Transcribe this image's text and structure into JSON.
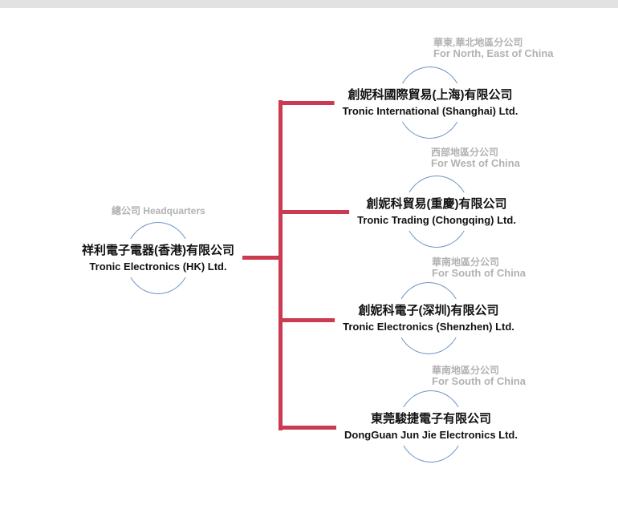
{
  "colors": {
    "connector_red": "#cb3a50",
    "ellipse_blue": "#6f94c4",
    "label_gray": "#b2b2b2",
    "name_black": "#111111",
    "topbar_gray": "#e2e2e2"
  },
  "org": {
    "headquarters": {
      "region_label": "總公司 Headquarters",
      "name_zh": "祥利電子電器(香港)有限公司",
      "name_en": "Tronic Electronics (HK) Ltd."
    },
    "branches": [
      {
        "region_zh": "華東,華北地區分公司",
        "region_en": "For North, East of China",
        "name_zh": "創妮科國際貿易(上海)有限公司",
        "name_en": "Tronic International (Shanghai) Ltd."
      },
      {
        "region_zh": "西部地區分公司",
        "region_en": "For West of China",
        "name_zh": "創妮科貿易(重慶)有限公司",
        "name_en": "Tronic Trading (Chongqing) Ltd."
      },
      {
        "region_zh": "華南地區分公司",
        "region_en": "For South of China",
        "name_zh": "創妮科電子(深圳)有限公司",
        "name_en": "Tronic Electronics (Shenzhen) Ltd."
      },
      {
        "region_zh": "華南地區分公司",
        "region_en": "For South of China",
        "name_zh": "東莞駿捷電子有限公司",
        "name_en": "DongGuan Jun Jie Electronics Ltd."
      }
    ]
  }
}
